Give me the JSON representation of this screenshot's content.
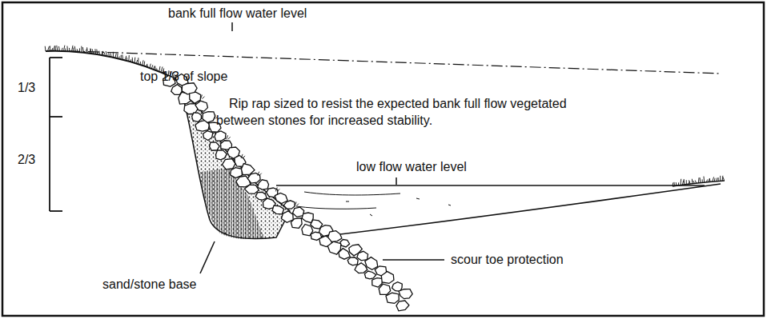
{
  "diagram": {
    "labels": [
      "bank full flow water level",
      "1/3",
      "top 1/3 of slope",
      "Rip rap sized to resist the expected bank full flow vegetated between stones for increased stability.",
      "2/3",
      "low flow water level",
      "scour toe protection",
      "sand/stone base"
    ]
  }
}
